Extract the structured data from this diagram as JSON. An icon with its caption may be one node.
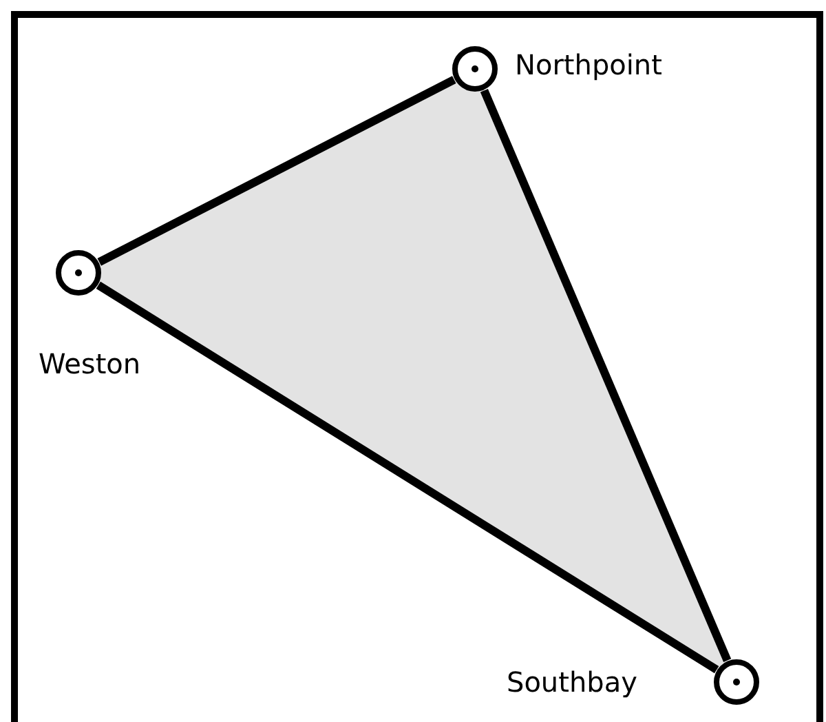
{
  "diagram": {
    "nodes": [
      {
        "text": [],
        "shape": "circle",
        "beside": [
          "Northpoint"
        ]
      },
      {
        "text": [],
        "shape": "circle",
        "beside": [
          "Weston"
        ]
      },
      {
        "text": [],
        "shape": "circle",
        "beside": [
          "Southbay"
        ]
      }
    ],
    "edges": [
      {
        "from": 1,
        "to": 0,
        "arrow": "none"
      },
      {
        "from": 0,
        "to": 2,
        "arrow": "none"
      },
      {
        "from": 1,
        "to": 2,
        "arrow": "none"
      }
    ]
  }
}
